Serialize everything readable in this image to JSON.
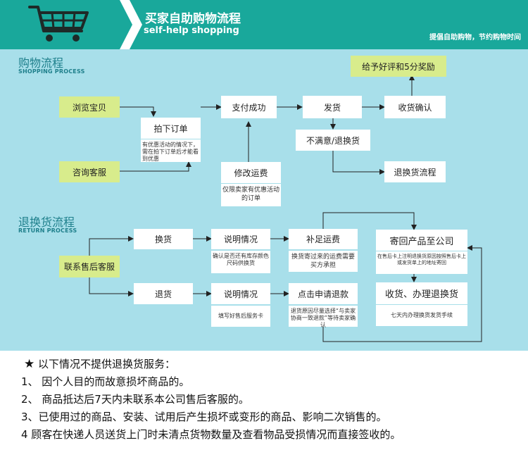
{
  "header": {
    "title": "买家自助购物流程",
    "subtitle": "self-help shopping",
    "slogan": "提倡自助购物，节约购物时间"
  },
  "shopping": {
    "title": "购物流程",
    "title_en": "SHOPPING PROCESS",
    "browse": "浏览宝贝",
    "consult": "咨询客服",
    "order": "拍下订单",
    "order_note": "有优惠活动的情况下，需在拍下订单后才能看到优惠",
    "pay": "支付成功",
    "modify": "修改运费",
    "modify_note": "仅限卖家有优惠活动的订单",
    "ship": "发货",
    "confirm": "收货确认",
    "reward": "给予好评和5分奖励",
    "unsatisfied": "不满意/退换货",
    "return_flow": "退换货流程"
  },
  "returns": {
    "title": "退换货流程",
    "title_en": "RETURN PROCESS",
    "contact": "联系售后客服",
    "exchange": "换货",
    "refund": "退货",
    "explain1": "说明情况",
    "explain1_note": "确认是否还有库存颜色尺码供换货",
    "explain2": "说明情况",
    "explain2_note": "填写好售后服务卡",
    "supplement": "补足运费",
    "supplement_note": "换货寄过来的运费需要买方承担",
    "apply": "点击申请退款",
    "apply_note": "退货原因尽量选择“与卖家协商一致退款”等待卖家确认",
    "send_back": "寄回产品至公司",
    "send_back_note": "在售后卡上注明退换货原因按照售后卡上或发货单上的地址寄回",
    "receive": "收货、办理退换货",
    "receive_note": "七天内办理换货发货手续"
  },
  "policy": {
    "title": "以下情况不提供退换货服务：",
    "items": [
      "1、 因个人目的而故意损坏商品的。",
      "2、 商品抵达后7天内未联系本公司售后客服的。",
      "3、已使用过的商品、安装、试用后产生损坏或变形的商品、影响二次销售的。",
      "4    顾客在快递人员送货上门时未清点货物数量及查看物品受损情况而直接签收的。"
    ]
  },
  "colors": {
    "header": "#19a89b",
    "panel": "#a8dfea",
    "highlight_box": "#d8ec8c",
    "section_title": "#1e7f8b"
  }
}
